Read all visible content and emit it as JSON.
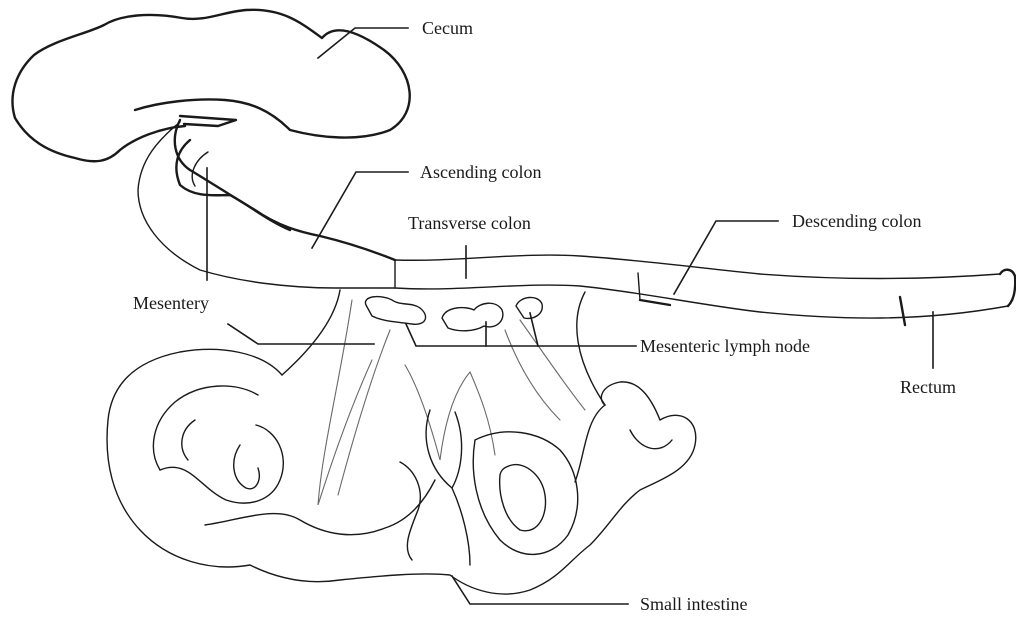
{
  "labels": {
    "cecum": "Cecum",
    "ascending_colon": "Ascending colon",
    "transverse_colon": "Transverse colon",
    "descending_colon": "Descending colon",
    "mesentery": "Mesentery",
    "mesenteric_lymph_node": "Mesenteric lymph node",
    "rectum": "Rectum",
    "small_intestine": "Small intestine"
  }
}
